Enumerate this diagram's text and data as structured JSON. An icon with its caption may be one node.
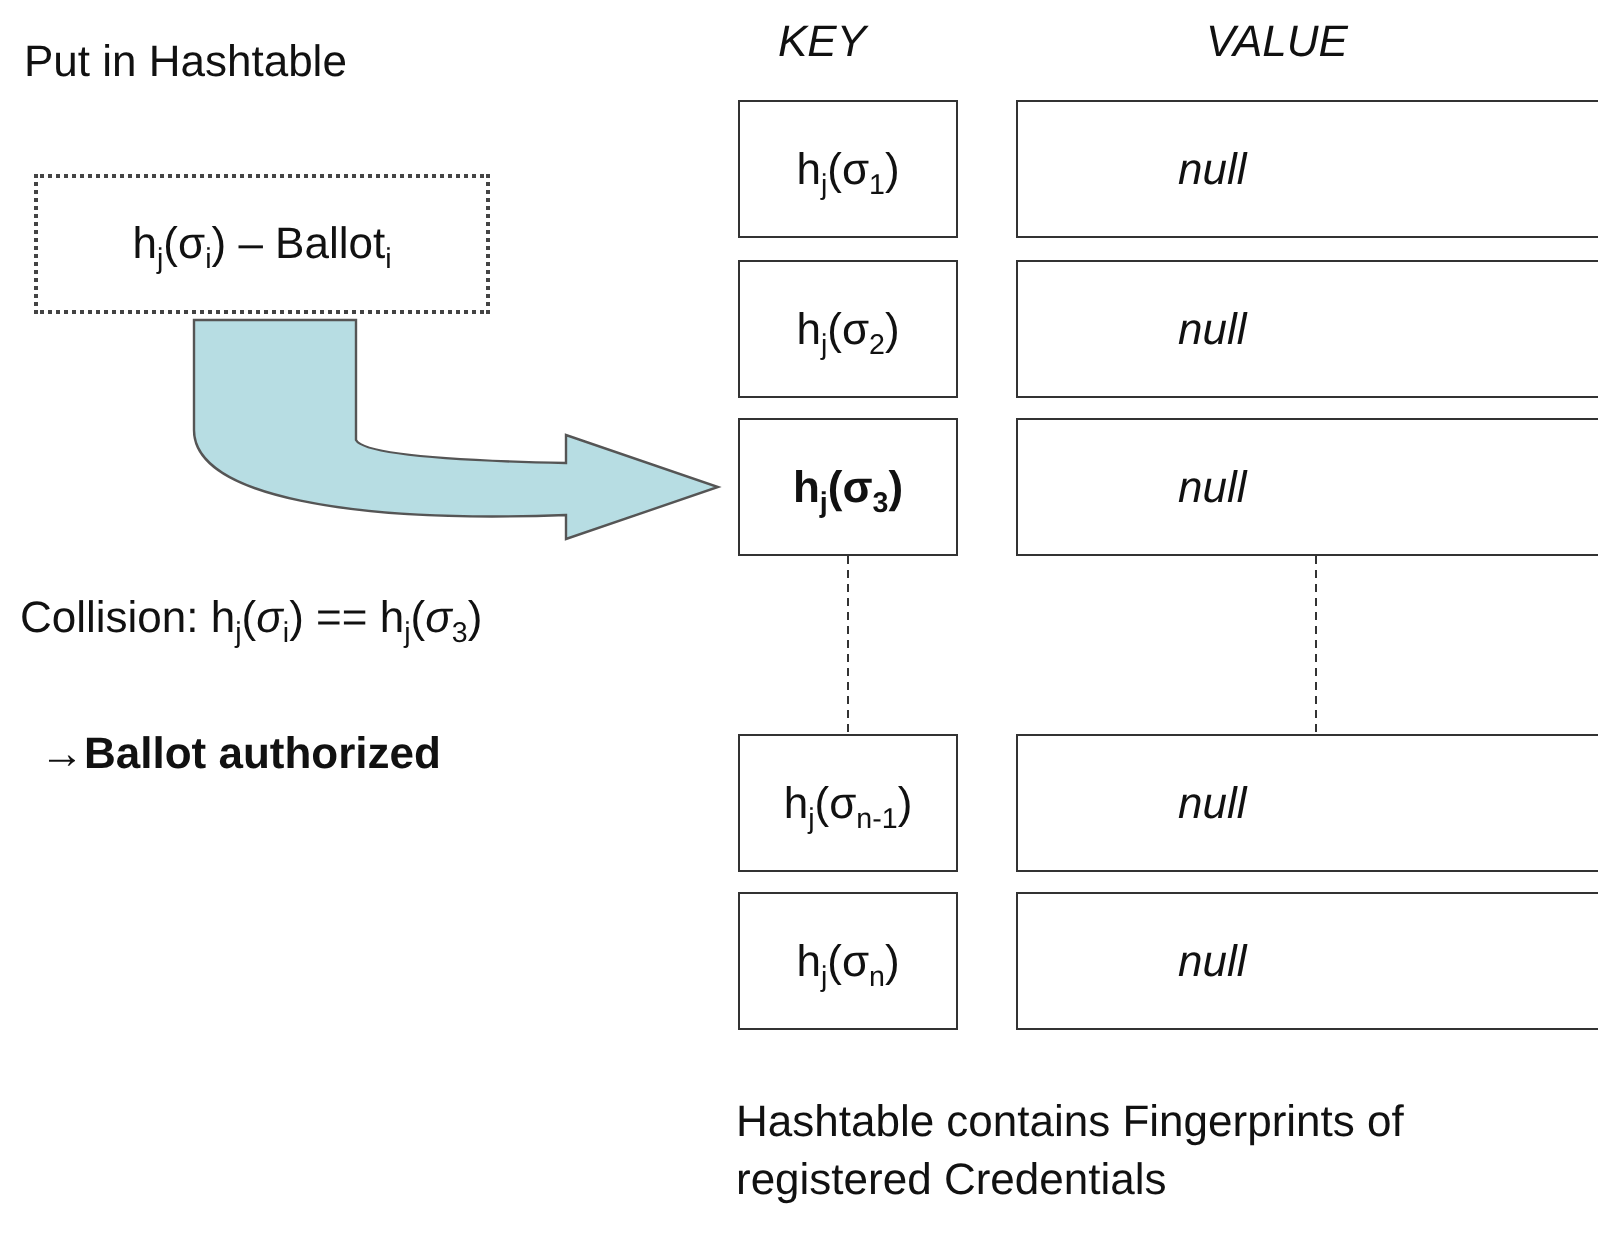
{
  "diagram": {
    "nodes": [
      {
        "text": [
          "h$_{j}$(σ$_{i}$) – Ballot$_{i}$"
        ]
      },
      {
        "text": [
          "h$_{j}$(σ$_{1}$)"
        ]
      },
      {
        "text": [
          "null"
        ]
      },
      {
        "text": [
          "h$_{j}$(σ$_{2}$)"
        ]
      },
      {
        "text": [
          "null"
        ]
      },
      {
        "text": [
          "h$_{j}$(σ$_{3}$)"
        ]
      },
      {
        "text": [
          "null"
        ]
      },
      {
        "text": [
          "h$_{j}$(σ$_{n-1}$)"
        ]
      },
      {
        "text": [
          "null"
        ]
      },
      {
        "text": [
          "h$_{j}$(σ$_{n}$)"
        ]
      },
      {
        "text": [
          "null"
        ]
      }
    ],
    "edges": [
      {
        "from": 0,
        "to": 5,
        "arrow": "to",
        "style": "thick"
      },
      {
        "from": 5,
        "to": 7,
        "arrow": "none",
        "style": "dashed"
      },
      {
        "from": 6,
        "to": 8,
        "arrow": "none",
        "style": "dashed"
      }
    ],
    "labels": [
      "Put in Hashtable",
      "KEY",
      "VALUE",
      "Collision: h$_{j}$(*σ*$_{i}$) == h$_{j}$(*σ*$_{3}$)",
      "→Ballot authorized",
      "Hashtable contains Fingerprints of registered Credentials"
    ]
  }
}
